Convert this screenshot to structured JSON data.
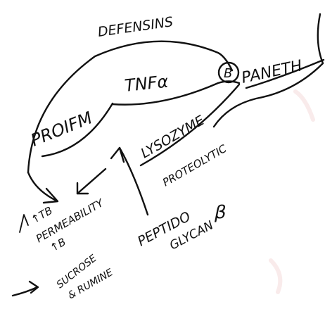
{
  "labels": {
    "defensins": "DEFENSINS",
    "tnf_alpha": "TNFα",
    "b_circle": "B",
    "paneth": "PANETH",
    "proifm": "PROIFM",
    "lysozyme": "LYSOZYME",
    "proteolytic": "PROTEOLYTIC",
    "ttb_arrow": "↑TB",
    "permeability": "PERMEABILITY",
    "tb_down": "↑B",
    "sucrose_line1": "SUCROSE",
    "sucrose_line2": "& RUMINE",
    "peptido": "PEPTIDO",
    "glycan": "GLYCAN",
    "beta_mark": "β"
  },
  "colors": {
    "ink": "#111111",
    "paper": "#ffffff",
    "stain": "#f6e3e3"
  }
}
